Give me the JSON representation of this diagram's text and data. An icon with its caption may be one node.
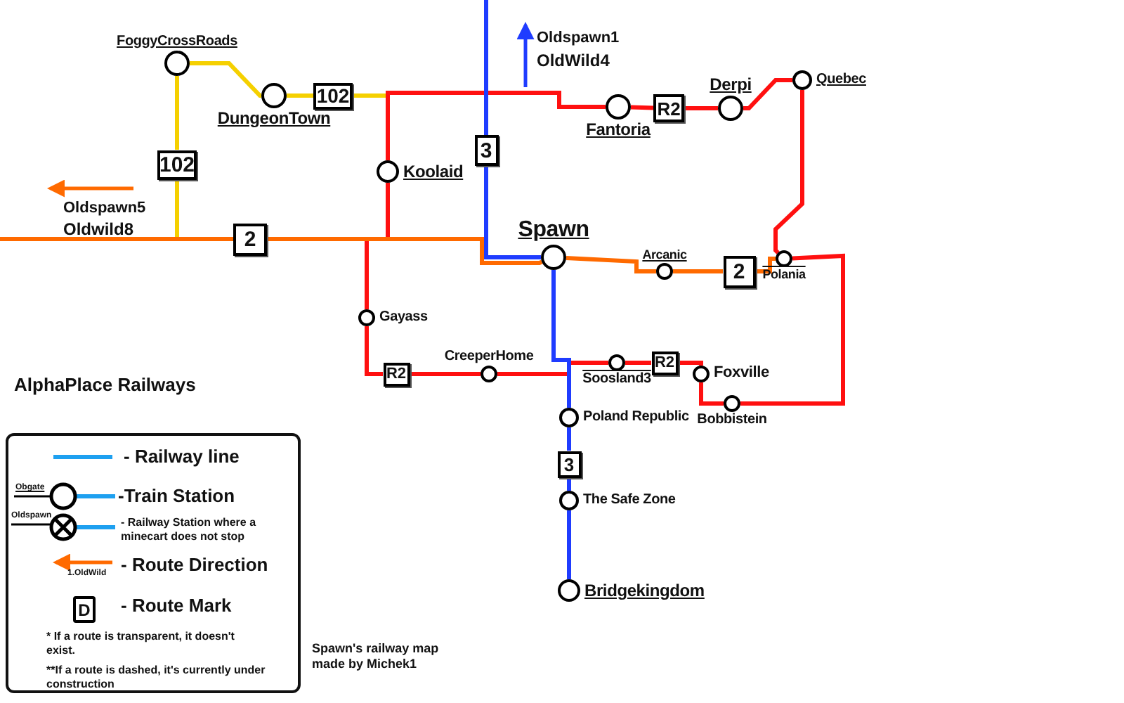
{
  "diagram": {
    "title": "AlphaPlace Railways",
    "nodes": [
      {
        "text": [
          "FoggyCrossRoads"
        ]
      },
      {
        "text": [
          "DungeonTown"
        ]
      },
      {
        "text": [
          "Koolaid"
        ]
      },
      {
        "text": [
          "Fantoria"
        ]
      },
      {
        "text": [
          "Derpi"
        ]
      },
      {
        "text": [
          "Quebec"
        ]
      },
      {
        "text": [
          "Spawn"
        ]
      },
      {
        "text": [
          "Arcanic"
        ]
      },
      {
        "text": [
          "Polania"
        ]
      },
      {
        "text": [
          "Gayass"
        ]
      },
      {
        "text": [
          "CreeperHome"
        ]
      },
      {
        "text": [
          "Soosland3"
        ]
      },
      {
        "text": [
          "Foxville"
        ]
      },
      {
        "text": [
          "Bobbistein"
        ]
      },
      {
        "text": [
          "Poland Republic"
        ]
      },
      {
        "text": [
          "The Safe Zone"
        ]
      },
      {
        "text": [
          "Bridgekingdom"
        ]
      },
      {
        "text": [
          "102"
        ]
      },
      {
        "text": [
          "102"
        ]
      },
      {
        "text": [
          "3"
        ]
      },
      {
        "text": [
          "R2"
        ]
      },
      {
        "text": [
          "2"
        ]
      },
      {
        "text": [
          "2"
        ]
      },
      {
        "text": [
          "R2"
        ]
      },
      {
        "text": [
          "R2"
        ]
      },
      {
        "text": [
          "3"
        ]
      }
    ],
    "edges": [
      {
        "from": 0,
        "to": 1,
        "arrow": "none",
        "color": "#f5d000"
      },
      {
        "from": 1,
        "to": 18,
        "arrow": "none",
        "color": "#f5d000"
      },
      {
        "from": 18,
        "to": null,
        "arrow": "none",
        "color": "#f5d000"
      },
      {
        "from": 0,
        "to": 17,
        "arrow": "none",
        "color": "#f5d000"
      },
      {
        "from": 17,
        "to": null,
        "arrow": "none",
        "color": "#f5d000"
      },
      {
        "from": 2,
        "to": 3,
        "arrow": "none"
      },
      {
        "from": 2,
        "to": null,
        "arrow": "none"
      },
      {
        "from": 3,
        "to": 20,
        "arrow": "none"
      },
      {
        "from": 20,
        "to": 4,
        "arrow": "none"
      },
      {
        "from": 4,
        "to": 5,
        "arrow": "none"
      },
      {
        "from": 5,
        "to": 8,
        "arrow": "none"
      },
      {
        "from": 8,
        "to": 13,
        "arrow": "none"
      },
      {
        "from": 13,
        "to": 12,
        "arrow": "none"
      },
      {
        "from": 12,
        "to": 24,
        "arrow": "none"
      },
      {
        "from": 24,
        "to": 11,
        "arrow": "none"
      },
      {
        "from": 11,
        "to": 10,
        "arrow": "none"
      },
      {
        "from": 10,
        "to": 23,
        "arrow": "none"
      },
      {
        "from": 23,
        "to": 9,
        "arrow": "none"
      },
      {
        "from": null,
        "to": 9,
        "arrow": "none"
      },
      {
        "from": null,
        "to": 19,
        "arrow": "none",
        "color": "#1f3cff"
      },
      {
        "from": 19,
        "to": 6,
        "arrow": "none",
        "color": "#1f3cff"
      },
      {
        "from": 6,
        "to": 14,
        "arrow": "none",
        "color": "#1f3cff"
      },
      {
        "from": 14,
        "to": 25,
        "arrow": "none",
        "color": "#1f3cff"
      },
      {
        "from": 25,
        "to": 15,
        "arrow": "none",
        "color": "#1f3cff"
      },
      {
        "from": 15,
        "to": 16,
        "arrow": "none",
        "color": "#1f3cff"
      },
      {
        "from": null,
        "to": 21,
        "arrow": "none",
        "color": "#ff6a00"
      },
      {
        "from": 21,
        "to": 6,
        "arrow": "none",
        "color": "#ff6a00"
      },
      {
        "from": 6,
        "to": 7,
        "arrow": "none",
        "color": "#ff6a00"
      },
      {
        "from": 7,
        "to": 22,
        "arrow": "none",
        "color": "#ff6a00"
      },
      {
        "from": 22,
        "to": 8,
        "arrow": "none",
        "color": "#ff6a00"
      }
    ],
    "labels": [
      "Oldspawn1",
      "OldWild4",
      "Oldspawn5",
      "Oldwild8",
      "Obgate",
      "Oldspawn",
      "1.OldWild",
      "D",
      "* If a route is transparent, it doesn't exist.",
      "**If a route is dashed, it's currently under construction",
      "Spawn's railway map made by Michek1"
    ],
    "legend": [
      {
        "text": "- Railway line"
      },
      {
        "text": "-Train Station"
      },
      {
        "text": "- Railway Station where a minecart does not stop"
      },
      {
        "text": "- Route Direction"
      },
      {
        "text": "- Route Mark"
      }
    ]
  }
}
